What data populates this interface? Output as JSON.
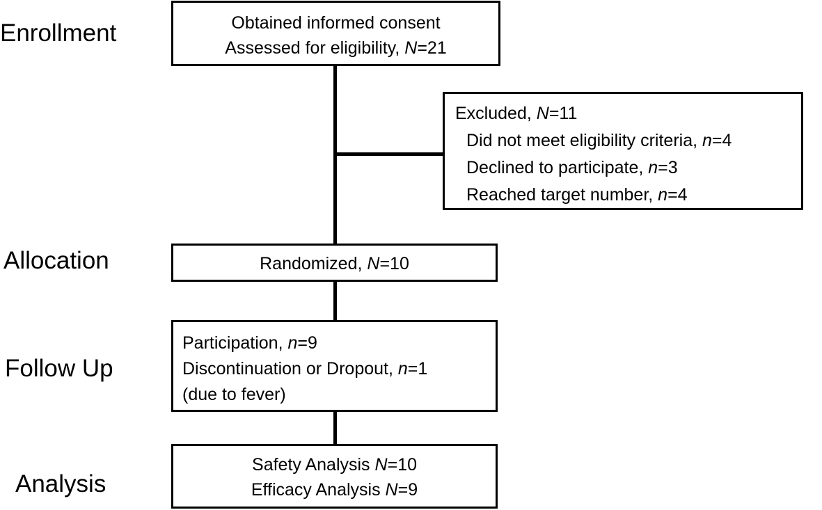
{
  "stages": {
    "enrollment": "Enrollment",
    "allocation": "Allocation",
    "follow_up": "Follow Up",
    "analysis": "Analysis"
  },
  "enrollment_box": {
    "line1": "Obtained informed consent",
    "line2_text": "Assessed for eligibility, ",
    "line2_var": "N",
    "line2_value": "=21"
  },
  "excluded_box": {
    "header_text": "Excluded, ",
    "header_var": "N",
    "header_value": "=11",
    "items": [
      {
        "text": "Did not meet eligibility criteria, ",
        "var": "n",
        "value": "=4"
      },
      {
        "text": "Declined to participate, ",
        "var": "n",
        "value": "=3"
      },
      {
        "text": "Reached target number, ",
        "var": "n",
        "value": "=4"
      }
    ]
  },
  "allocation_box": {
    "text": "Randomized, ",
    "var": "N",
    "value": "=10"
  },
  "followup_box": {
    "line1_text": "Participation, ",
    "line1_var": "n",
    "line1_value": "=9",
    "line2_text": "Discontinuation or Dropout, ",
    "line2_var": "n",
    "line2_value": "=1",
    "line3": "(due to fever)"
  },
  "analysis_box": {
    "line1_text": "Safety Analysis ",
    "line1_var": "N",
    "line1_value": "=10",
    "line2_text": "Efficacy Analysis ",
    "line2_var": "N",
    "line2_value": "=9"
  }
}
